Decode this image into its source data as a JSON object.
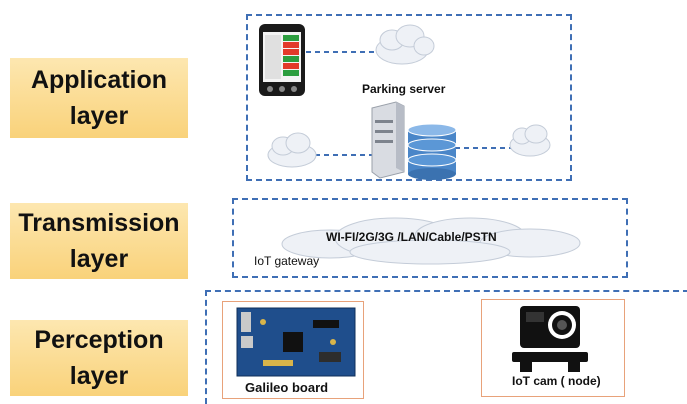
{
  "layers": {
    "application": [
      "Application",
      "layer"
    ],
    "transmission": [
      "Transmission",
      "layer"
    ],
    "perception": [
      "Perception",
      "layer"
    ]
  },
  "application": {
    "server_label": "Parking server"
  },
  "transmission": {
    "network_label": "WI-FI/2G/3G /LAN/Cable/PSTN",
    "gateway_label": "IoT gateway"
  },
  "perception": {
    "board_label": "Galileo board",
    "cam_label": "IoT cam ( node)"
  },
  "colors": {
    "layer_fill": "#f9d27a",
    "dashed_border": "#3f6fb5",
    "node_border": "#e8a27a",
    "db_blue": "#4a86c8"
  },
  "icons": [
    "smartphone-icon",
    "cloud-icon",
    "server-icon",
    "database-icon",
    "circuit-board-icon",
    "action-camera-icon"
  ]
}
